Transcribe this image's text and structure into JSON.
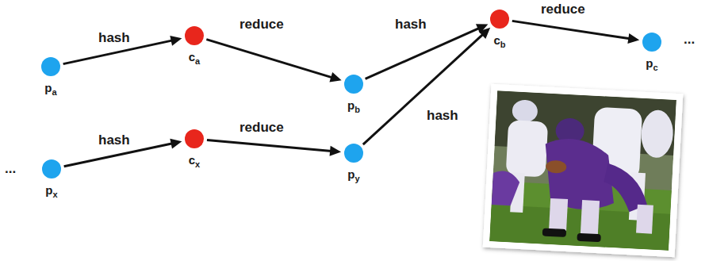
{
  "diagram": {
    "nodes": [
      {
        "text": [
          "pa"
        ]
      },
      {
        "text": [
          "ca"
        ]
      },
      {
        "text": [
          "pb"
        ]
      },
      {
        "text": [
          "cb"
        ]
      },
      {
        "text": [
          "pc"
        ]
      },
      {
        "text": [
          "px"
        ]
      },
      {
        "text": [
          "cx"
        ]
      },
      {
        "text": [
          "py"
        ]
      }
    ],
    "edges": [
      {
        "from": 0,
        "to": 1,
        "arrow": "to",
        "label": "hash"
      },
      {
        "from": 1,
        "to": 2,
        "arrow": "to",
        "label": "reduce"
      },
      {
        "from": 2,
        "to": 3,
        "arrow": "to",
        "label": "hash"
      },
      {
        "from": 3,
        "to": 4,
        "arrow": "to",
        "label": "reduce"
      },
      {
        "from": 5,
        "to": 6,
        "arrow": "to",
        "label": "hash"
      },
      {
        "from": 6,
        "to": 7,
        "arrow": "to",
        "label": "reduce"
      },
      {
        "from": 7,
        "to": 3,
        "arrow": "to",
        "label": "hash"
      }
    ],
    "labels": [
      "...",
      "..."
    ]
  }
}
